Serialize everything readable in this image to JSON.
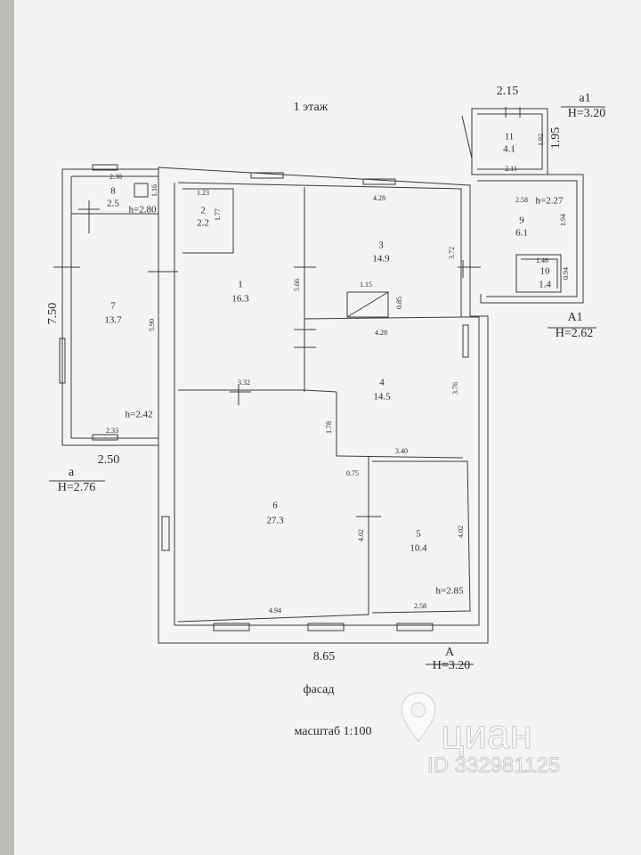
{
  "title": "1 этаж",
  "footer": {
    "facade": "фасад",
    "scale": "масштаб 1:100"
  },
  "watermark": {
    "brand": "циан",
    "id": "ID 332981125"
  },
  "rooms": [
    {
      "num": "1",
      "area": "16.3"
    },
    {
      "num": "2",
      "area": "2.2"
    },
    {
      "num": "3",
      "area": "14.9"
    },
    {
      "num": "4",
      "area": "14.5"
    },
    {
      "num": "5",
      "area": "10.4"
    },
    {
      "num": "6",
      "area": "27.3"
    },
    {
      "num": "7",
      "area": "13.7"
    },
    {
      "num": "8",
      "area": "2.5"
    },
    {
      "num": "9",
      "area": "6.1"
    },
    {
      "num": "10",
      "area": "1.4"
    },
    {
      "num": "11",
      "area": "4.1"
    }
  ],
  "dims": {
    "d230": "2.30",
    "d116": "1.16",
    "d123": "1.23",
    "d177": "1.77",
    "d428a": "4.28",
    "d372": "3.72",
    "d566": "5.66",
    "d115": "1.15",
    "d085": "0.85",
    "d428b": "4.28",
    "d590": "5.90",
    "d332": "3.32",
    "d376": "3.76",
    "d178": "1.78",
    "d340": "3.40",
    "d075": "0.75",
    "d402a": "4.02",
    "d402b": "4.02",
    "d494": "4.94",
    "d258a": "2.58",
    "d233": "2.33",
    "d211": "2.11",
    "d258b": "2.58",
    "d194": "1.94",
    "d146": "1.46",
    "d094": "0.94",
    "d192": "1.92",
    "d215": "2.15",
    "d195": "1.95",
    "d750": "7.50",
    "d250": "2.50",
    "d865": "8.65"
  },
  "heights": {
    "h8": "h=2.80",
    "h7": "h=2.42",
    "h9": "h=2.27",
    "h5": "h=2.85"
  },
  "marks": {
    "a1_letter": "a1",
    "a1_h": "H=3.20",
    "A1_letter": "A1",
    "A1_h": "H=2.62",
    "a_letter": "a",
    "a_h": "H=2.76",
    "A_letter": "A",
    "A_h": "H=3.20"
  }
}
